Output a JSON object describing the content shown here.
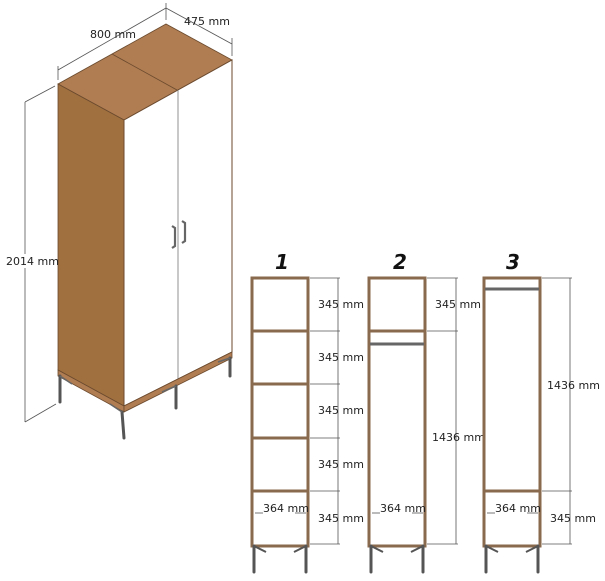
{
  "wardrobe": {
    "width_label": "800 mm",
    "depth_label": "475 mm",
    "height_label": "2014 mm",
    "colors": {
      "wood": "#b07d52",
      "door": "#ffffff",
      "handle": "#666666",
      "legs": "#555555"
    }
  },
  "sections": [
    {
      "number": "1",
      "inner_width_label": "364 mm",
      "heights": [
        "345 mm",
        "345 mm",
        "345 mm",
        "345 mm",
        "345 mm"
      ]
    },
    {
      "number": "2",
      "inner_width_label": "364 mm",
      "heights": [
        "345 mm",
        "1436 mm"
      ]
    },
    {
      "number": "3",
      "inner_width_label": "364 mm",
      "heights": [
        "1436 mm",
        "345 mm"
      ]
    }
  ]
}
